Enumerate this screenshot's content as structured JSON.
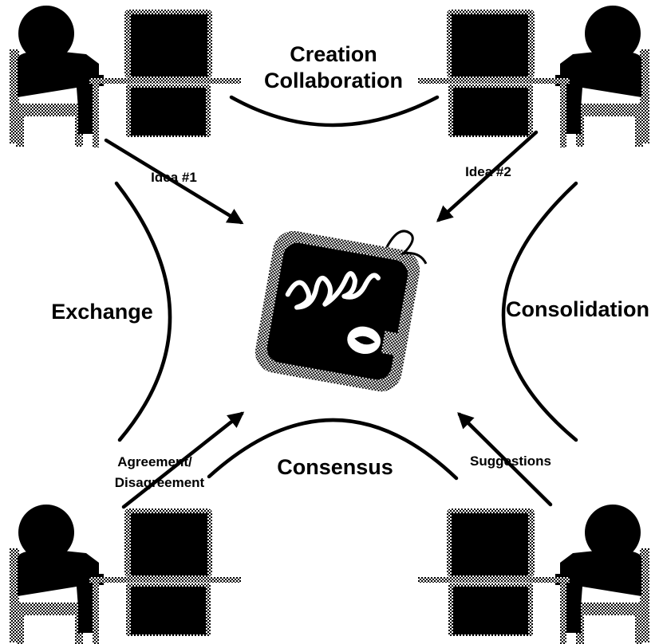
{
  "diagram": {
    "labels": {
      "creation": "Creation",
      "collaboration": "Collaboration",
      "exchange": "Exchange",
      "consolidation": "Consolidation",
      "consensus": "Consensus",
      "idea1": "Idea #1",
      "idea2": "Idea #2",
      "agreement_line1": "Agreement/",
      "agreement_line2": "Disagreement",
      "suggestions": "Suggestions"
    },
    "central_image": "sketch-slate-with-pen",
    "participants": [
      "person-at-computer-top-left",
      "person-at-computer-top-right",
      "person-at-computer-bottom-left",
      "person-at-computer-bottom-right"
    ],
    "colors": {
      "ink": "#000000",
      "halftone": "#9a9a9a",
      "background": "#ffffff"
    }
  }
}
